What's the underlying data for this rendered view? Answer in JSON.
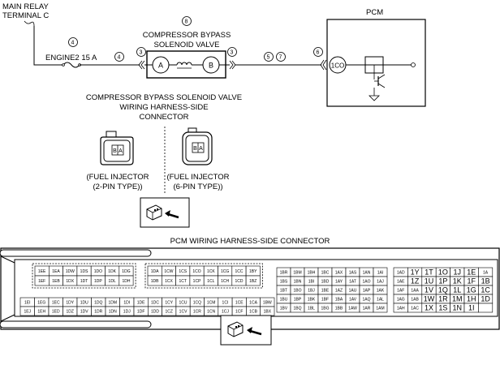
{
  "labels": {
    "main_relay_line1": "MAIN RELAY",
    "main_relay_line2": "TERMINAL C",
    "pcm": "PCM",
    "fuse": "ENGINE2 15 A",
    "valve_line1": "COMPRESSOR BYPASS",
    "valve_line2": "SOLENOID VALVE",
    "pin_a": "A",
    "pin_b": "B",
    "pcm_pin": "1CO",
    "callouts": [
      "8",
      "4",
      "4",
      "3",
      "3",
      "5",
      "7",
      "6"
    ],
    "harness_title_1": "COMPRESSOR BYPASS SOLENOID VALVE",
    "harness_title_2": "WIRING HARNESS-SIDE",
    "harness_title_3": "CONNECTOR",
    "conn1_line1": "(FUEL INJECTOR",
    "conn1_line2": "(2-PIN TYPE))",
    "conn2_line1": "(FUEL INJECTOR",
    "conn2_line2": "(6-PIN TYPE))",
    "pcm_connector_title": "PCM WIRING HARNESS-SIDE CONNECTOR"
  },
  "pcm_connector": {
    "block1": [
      [
        "1EE",
        "1EA",
        "1DW",
        "1DS",
        "1DO",
        "1DK",
        "1DG"
      ],
      [
        "1EF",
        "1EB",
        "1DX",
        "1DT",
        "1DP",
        "1DL",
        "1DH"
      ]
    ],
    "block2": [
      [
        "1DA",
        "1CW",
        "1CS",
        "1CO",
        "1CK",
        "1CG",
        "1CC",
        "1BY"
      ],
      [
        "1DB",
        "1CX",
        "1CT",
        "1CP",
        "1CL",
        "1CH",
        "1CD",
        "1BZ"
      ]
    ],
    "block3": [
      [
        "1EI",
        "1EG",
        "1EC",
        "1DY",
        "1DU",
        "1DQ",
        "1DM",
        "1DI"
      ],
      [
        "1EJ",
        "1EH",
        "1ED",
        "1DZ",
        "1DV",
        "1DR",
        "1DN",
        "1DJ"
      ]
    ],
    "block4": [
      [
        "1DE",
        "1DC",
        "1CY",
        "1CU",
        "1CQ",
        "1CM",
        "1CI",
        "1CE",
        "1CA",
        "1BW"
      ],
      [
        "1DF",
        "1DD",
        "1CZ",
        "1CV",
        "1CR",
        "1CN",
        "1CJ",
        "1CF",
        "1CB",
        "1BX"
      ]
    ],
    "block5": [
      [
        "1BR",
        "1BM",
        "1BH",
        "1BC",
        "1AX",
        "1AS",
        "1AN",
        "1AI"
      ],
      [
        "1BS",
        "1BN",
        "1BI",
        "1BD",
        "1AY",
        "1AT",
        "1AO",
        "1AJ"
      ],
      [
        "1BT",
        "1BO",
        "1BJ",
        "1BE",
        "1AZ",
        "1AU",
        "1AP",
        "1AK"
      ],
      [
        "1BU",
        "1BP",
        "1BK",
        "1BF",
        "1BA",
        "1AV",
        "1AQ",
        "1AL"
      ],
      [
        "1BV",
        "1BQ",
        "1BL",
        "1BG",
        "1BB",
        "1AW",
        "1AR",
        "1AM"
      ]
    ],
    "block6": [
      [
        "1AD",
        "1Y",
        "1T",
        "1O",
        "1J",
        "1E",
        "1A"
      ],
      [
        "1AE",
        "1Z",
        "1U",
        "1P",
        "1K",
        "1F",
        "1B"
      ],
      [
        "1AF",
        "1AA",
        "1V",
        "1Q",
        "1L",
        "1G",
        "1C"
      ],
      [
        "1AG",
        "1AB",
        "1W",
        "1R",
        "1M",
        "1H",
        "1D"
      ],
      [
        "1AH",
        "1AC",
        "1X",
        "1S",
        "1N",
        "1I",
        ""
      ]
    ]
  }
}
